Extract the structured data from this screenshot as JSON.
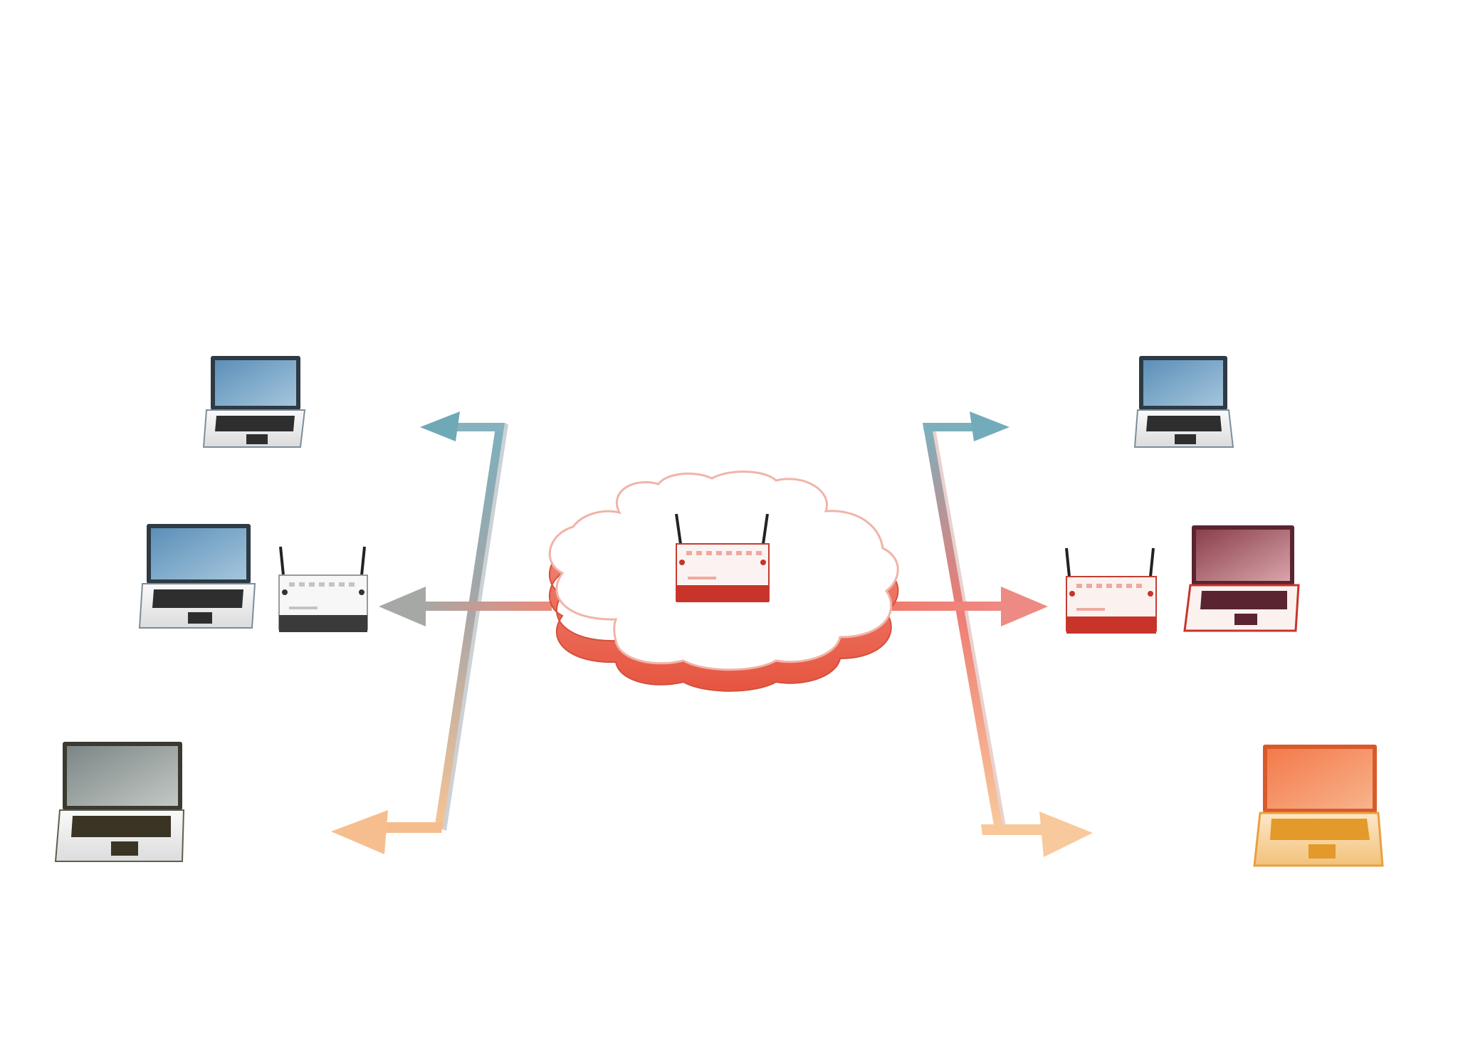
{
  "colors": {
    "background": "#ffffff",
    "cloud_top": "#ffffff",
    "cloud_side": "#ef6a55",
    "cloud_side_dark": "#d8503e",
    "arrow_blue": "#7bb0be",
    "arrow_gray": "#a6a8a6",
    "arrow_salmon": "#f29a8c",
    "arrow_orange": "#f6c495",
    "arrow_red": "#ee7a70",
    "router_white": "#f4f4f4",
    "router_dark_base": "#3a3a3a",
    "router_red_base": "#c8342a"
  },
  "devices": {
    "cloud": {
      "icon": "cloud-icon"
    },
    "central_router": {
      "icon": "wireless-router-icon",
      "tint": "red"
    },
    "left_router": {
      "icon": "wireless-router-icon",
      "tint": "gray"
    },
    "right_router": {
      "icon": "wireless-router-icon",
      "tint": "red"
    },
    "laptops": [
      {
        "id": "left-top",
        "screen": "#6d9fc2",
        "tint": "blue"
      },
      {
        "id": "left-middle",
        "screen": "#6d9fc2",
        "tint": "blue"
      },
      {
        "id": "left-bottom",
        "screen": "#8e9a9c",
        "tint": "olive"
      },
      {
        "id": "right-top",
        "screen": "#86abcc",
        "tint": "blue"
      },
      {
        "id": "right-middle",
        "screen": "#a8606e",
        "tint": "maroon"
      },
      {
        "id": "right-bottom",
        "screen": "#f08a5c",
        "tint": "orange"
      }
    ]
  }
}
